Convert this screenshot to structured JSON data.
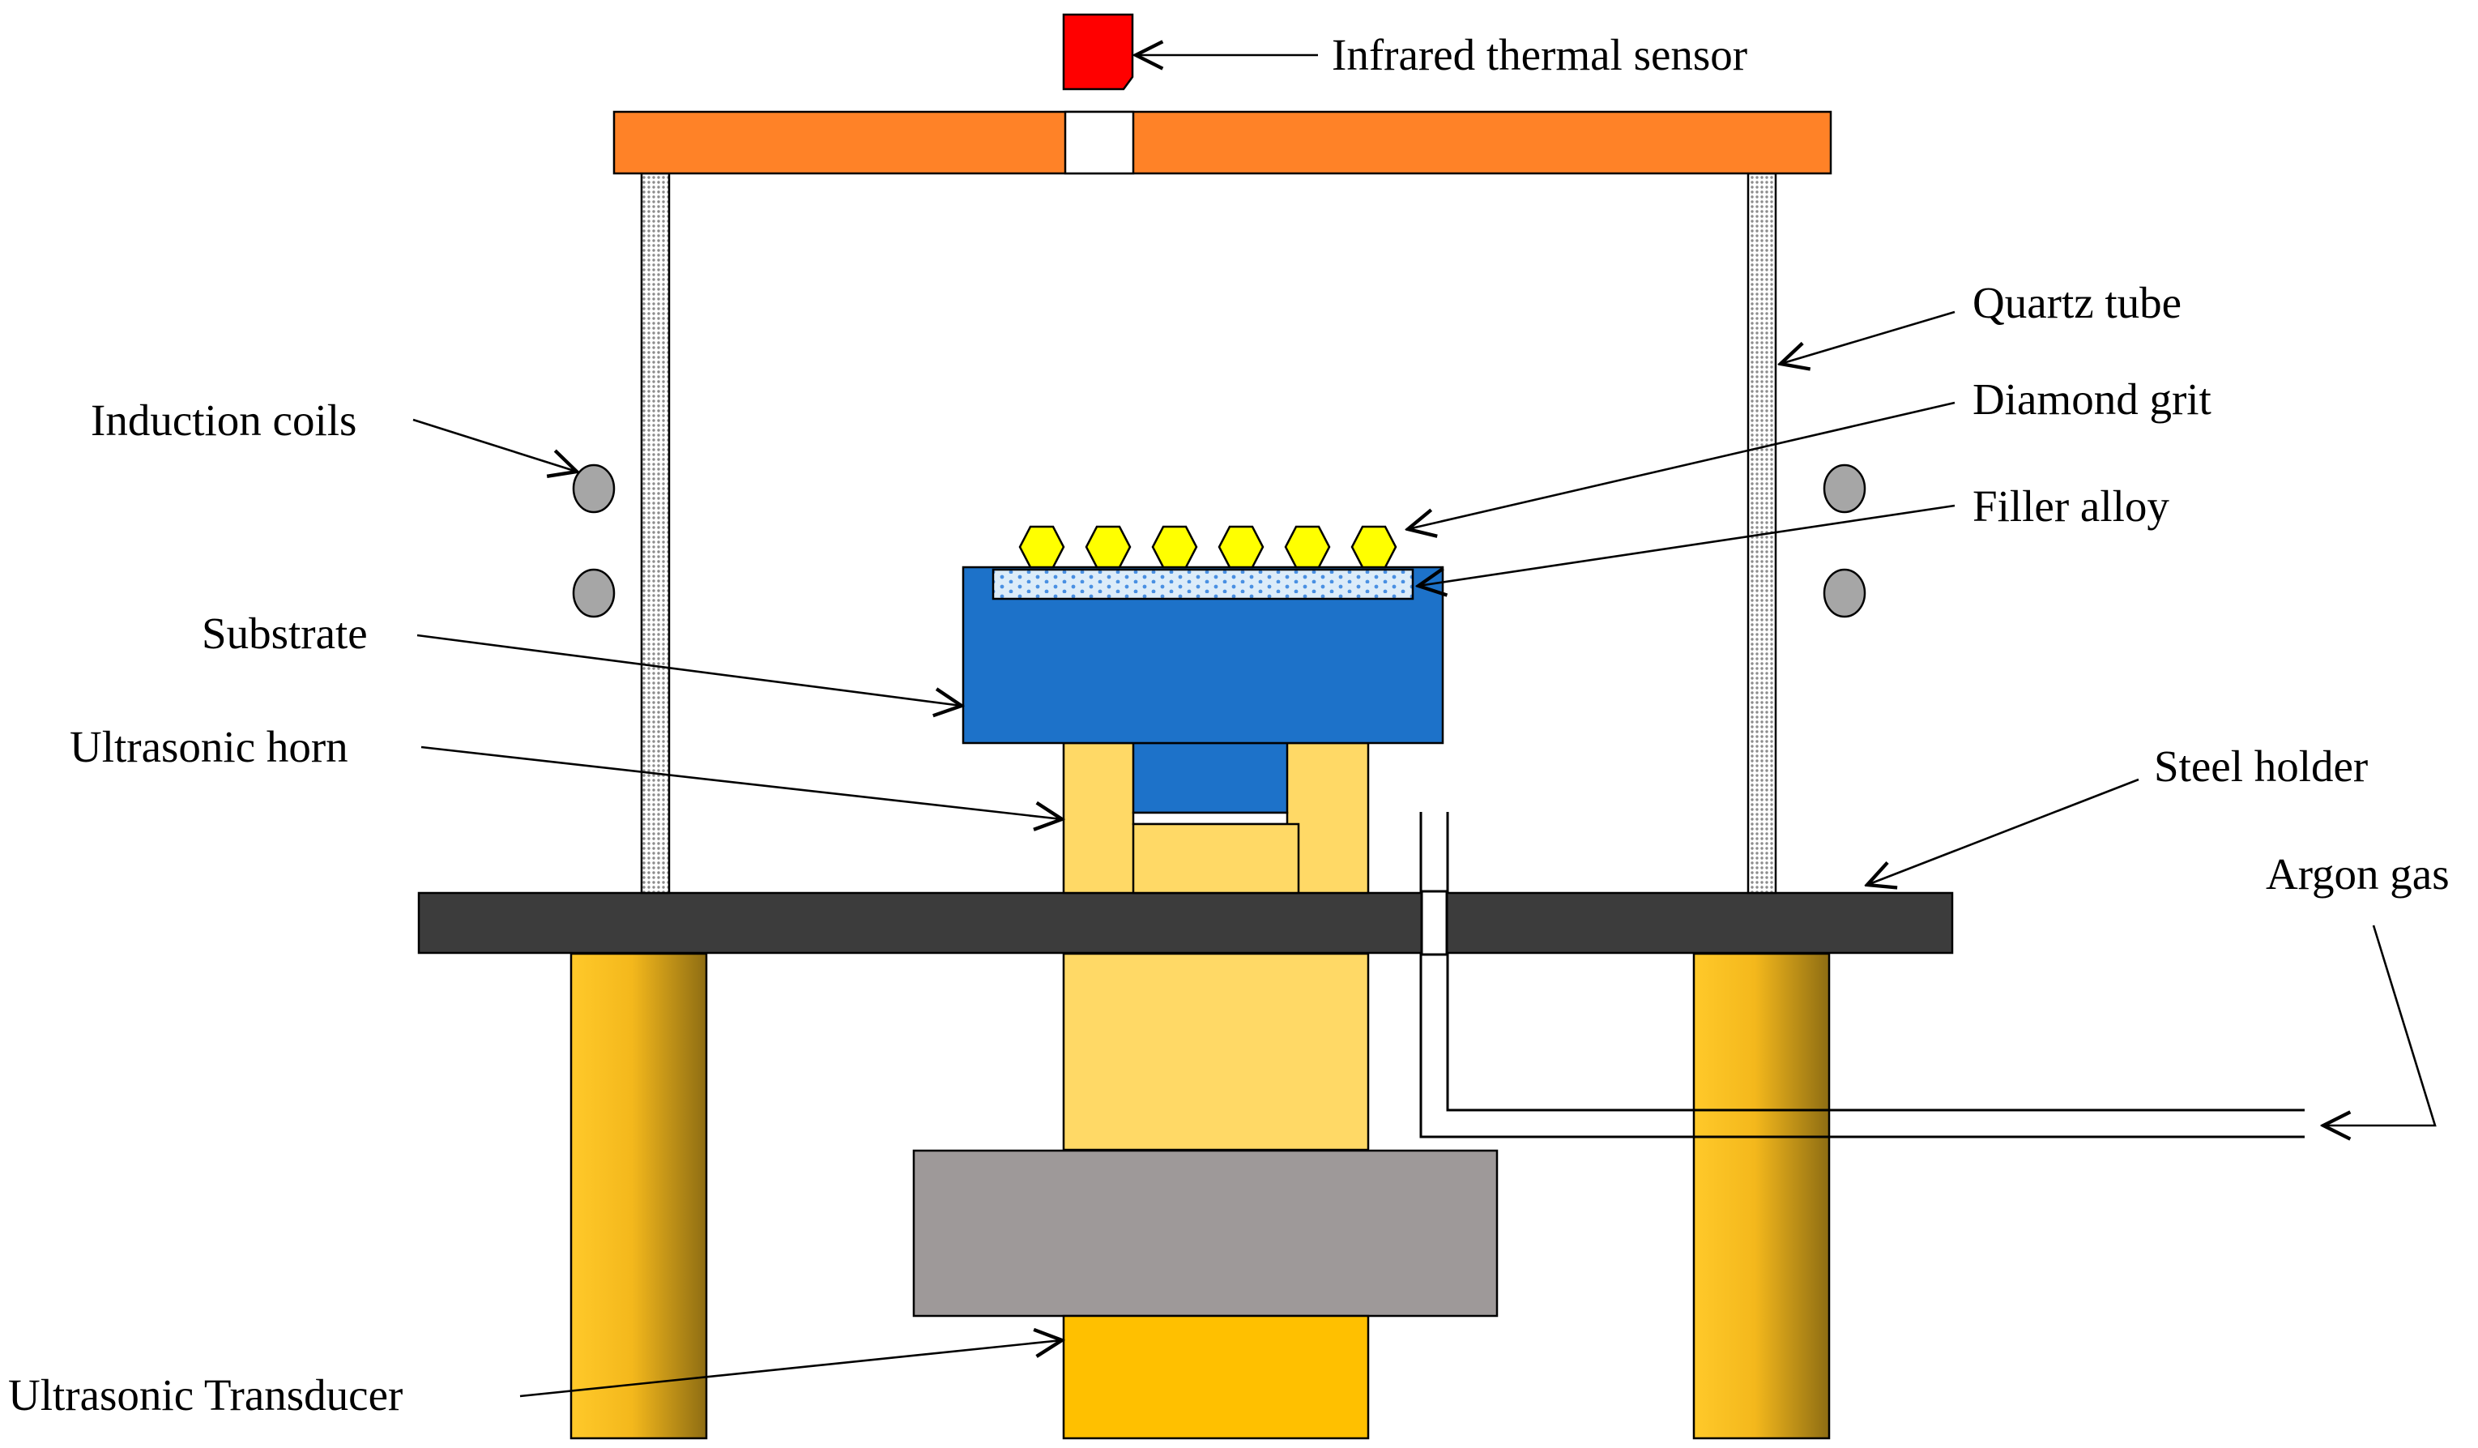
{
  "labels": {
    "infrared_thermal_sensor": "Infrared thermal sensor",
    "quartz_tube": "Quartz tube",
    "diamond_grit": "Diamond grit",
    "filler_alloy": "Filler alloy",
    "induction_coils": "Induction coils",
    "substrate": "Substrate",
    "ultrasonic_horn": "Ultrasonic horn",
    "steel_holder": "Steel holder",
    "argon_gas": "Argon gas",
    "ultrasonic_transducer": "Ultrasonic Transducer"
  },
  "colors": {
    "sensor": "#ff0000",
    "top_plate": "#ff8227",
    "quartz_tube": "#c8c8c8",
    "coil": "#a6a6a6",
    "diamond": "#ffff00",
    "filler_alloy": "#dcecf9",
    "filler_dots": "#4a90e2",
    "substrate": "#1d72c9",
    "horn": "#ffd966",
    "steel_holder": "#3c3c3c",
    "booster": "#9e9999",
    "transducer": "#ffc000",
    "leg_light": "#ffc92a",
    "leg_dark": "#8e6d13"
  }
}
